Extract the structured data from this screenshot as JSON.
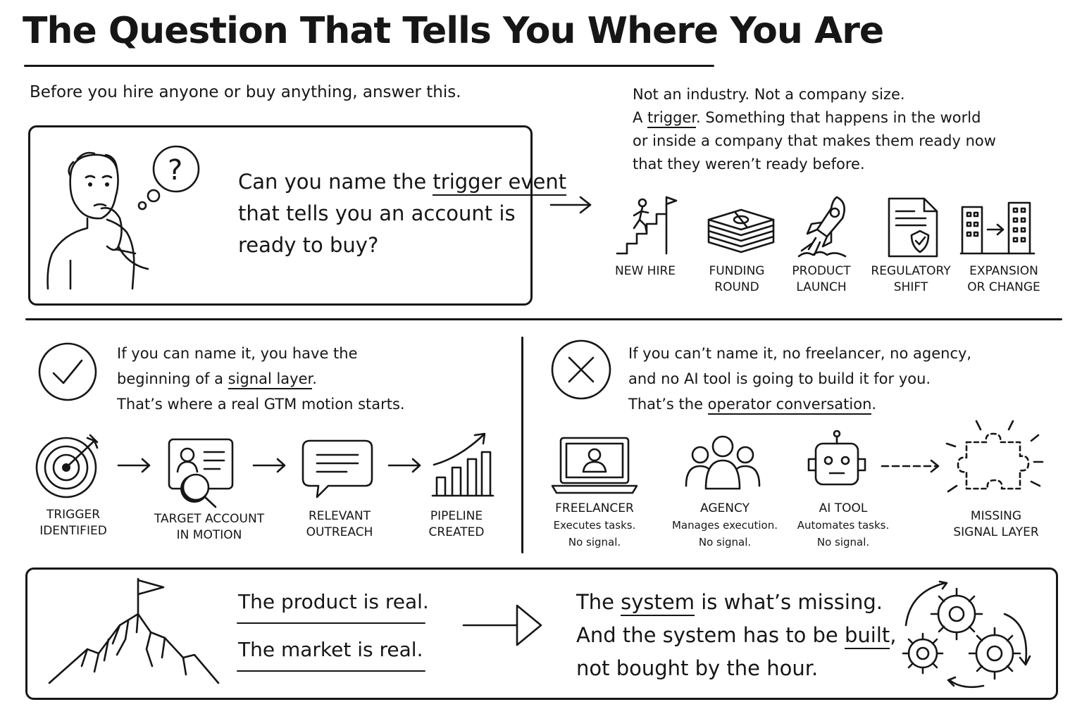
{
  "title": "The Question That Tells You Where You Are",
  "intro": "Before you hire anyone or buy anything, answer this.",
  "question": {
    "line1_pre": "Can you name the ",
    "line1_emph": "trigger event",
    "line2": "that tells you an account is",
    "line3": "ready to buy?"
  },
  "trigger_definition": {
    "line1": "Not an industry. Not a company size.",
    "line2_pre": "A ",
    "line2_emph": "trigger",
    "line2_post": ". Something that happens in the world",
    "line3": "or inside a company that makes them ready now",
    "line4": "that they weren’t ready before."
  },
  "trigger_types": [
    {
      "icon": "stairs-climber-icon",
      "line1": "NEW HIRE",
      "line2": ""
    },
    {
      "icon": "money-stack-icon",
      "line1": "FUNDING",
      "line2": "ROUND"
    },
    {
      "icon": "rocket-icon",
      "line1": "PRODUCT",
      "line2": "LAUNCH"
    },
    {
      "icon": "shield-document-icon",
      "line1": "REGULATORY",
      "line2": "SHIFT"
    },
    {
      "icon": "buildings-icon",
      "line1": "EXPANSION",
      "line2": "OR CHANGE"
    }
  ],
  "can_name": {
    "icon": "checkmark-circle-icon",
    "line1": "If you can name it, you have the",
    "line2_pre": "beginning of a ",
    "line2_emph": "signal layer",
    "line2_post": ".",
    "line3": "That’s where a real GTM motion starts.",
    "steps": [
      {
        "icon": "target-icon",
        "line1": "TRIGGER",
        "line2": "IDENTIFIED"
      },
      {
        "icon": "account-search-icon",
        "line1": "TARGET ACCOUNT",
        "line2": "IN MOTION"
      },
      {
        "icon": "chat-bubble-icon",
        "line1": "RELEVANT",
        "line2": "OUTREACH"
      },
      {
        "icon": "growth-chart-icon",
        "line1": "PIPELINE",
        "line2": "CREATED"
      }
    ]
  },
  "cannot_name": {
    "icon": "x-circle-icon",
    "line1": "If you can’t name it, no freelancer, no agency,",
    "line2": "and no AI tool is going to build it for you.",
    "line3_pre": "That’s the ",
    "line3_emph": "operator conversation",
    "line3_post": ".",
    "options": [
      {
        "icon": "laptop-user-icon",
        "name": "FREELANCER",
        "desc1": "Executes tasks.",
        "desc2": "No signal."
      },
      {
        "icon": "group-icon",
        "name": "AGENCY",
        "desc1": "Manages execution.",
        "desc2": "No signal."
      },
      {
        "icon": "robot-icon",
        "name": "AI TOOL",
        "desc1": "Automates tasks.",
        "desc2": "No signal."
      }
    ],
    "missing": {
      "icon": "puzzle-piece-icon",
      "line1": "MISSING",
      "line2": "SIGNAL LAYER"
    }
  },
  "conclusion": {
    "left1": "The product is real.",
    "left2": "The market is real.",
    "right1_pre": "The ",
    "right1_emph": "system",
    "right1_post": " is what’s missing.",
    "right2_pre": "And the system has to be ",
    "right2_emph": "built",
    "right2_post": ",",
    "right3": "not bought by the hour."
  }
}
